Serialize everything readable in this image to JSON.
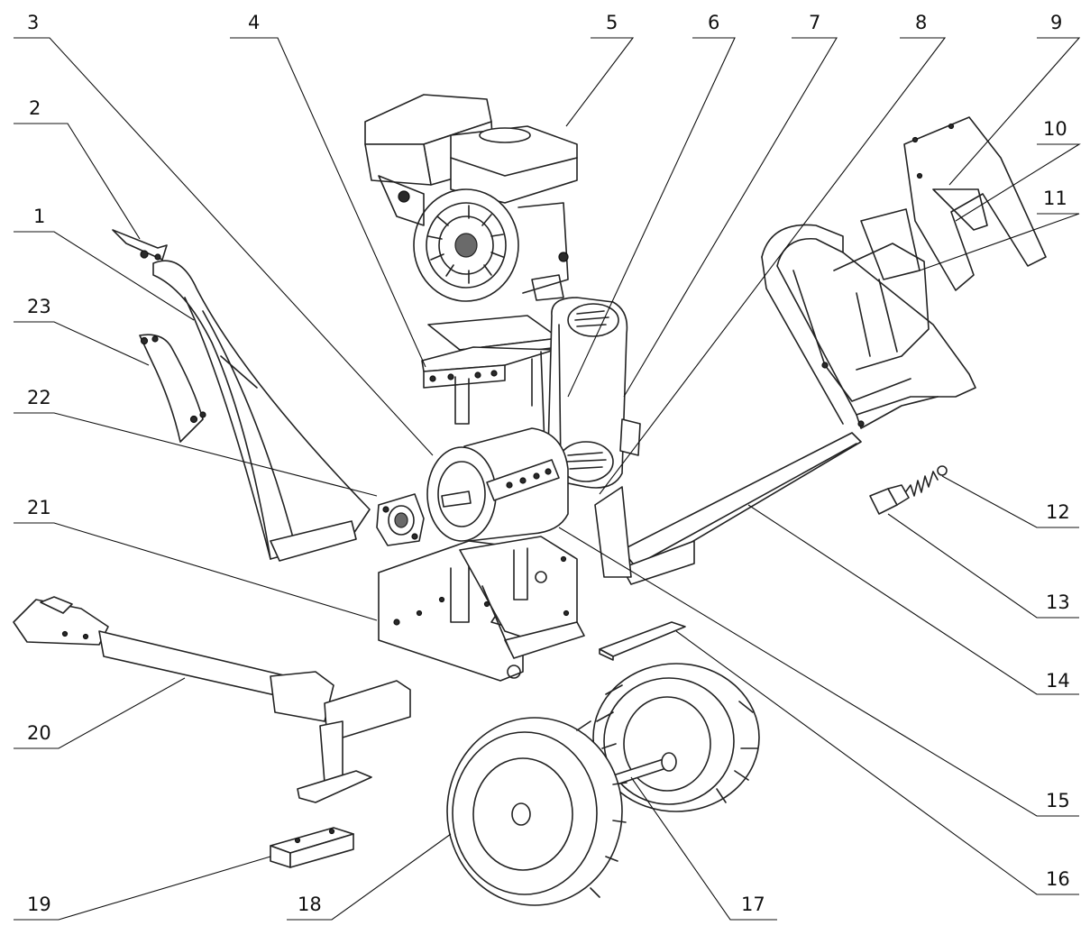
{
  "colors": {
    "line": "#222222",
    "background": "#ffffff"
  },
  "labels": [
    {
      "id": "1",
      "text": "1"
    },
    {
      "id": "2",
      "text": "2"
    },
    {
      "id": "3",
      "text": "3"
    },
    {
      "id": "4",
      "text": "4"
    },
    {
      "id": "5",
      "text": "5"
    },
    {
      "id": "6",
      "text": "6"
    },
    {
      "id": "7",
      "text": "7"
    },
    {
      "id": "8",
      "text": "8"
    },
    {
      "id": "9",
      "text": "9"
    },
    {
      "id": "10",
      "text": "10"
    },
    {
      "id": "11",
      "text": "11"
    },
    {
      "id": "12",
      "text": "12"
    },
    {
      "id": "13",
      "text": "13"
    },
    {
      "id": "14",
      "text": "14"
    },
    {
      "id": "15",
      "text": "15"
    },
    {
      "id": "16",
      "text": "16"
    },
    {
      "id": "17",
      "text": "17"
    },
    {
      "id": "18",
      "text": "18"
    },
    {
      "id": "19",
      "text": "19"
    },
    {
      "id": "20",
      "text": "20"
    },
    {
      "id": "21",
      "text": "21"
    },
    {
      "id": "22",
      "text": "22"
    },
    {
      "id": "23",
      "text": "23"
    }
  ]
}
